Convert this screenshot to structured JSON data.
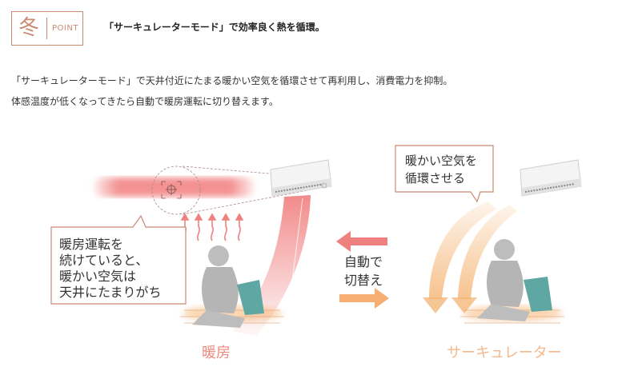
{
  "badge": {
    "kanji": "冬",
    "word": "POINT"
  },
  "headline": "「サーキュレーターモード」で効率良く熱を循環。",
  "description": [
    "「サーキュレーターモード」で天井付近にたまる暖かい空気を循環させて再利用し、消費電力を抑制。",
    "体感温度が低くなってきたら自動で暖房運転に切り替えます。"
  ],
  "left_scene": {
    "callout_lines": [
      "暖房運転を",
      "続けていると、",
      "暖かい空気は",
      "天井にたまりがち"
    ],
    "caption": "暖房"
  },
  "middle": {
    "switch_lines": [
      "自動で",
      "切替え"
    ]
  },
  "right_scene": {
    "callout_lines": [
      "暖かい空気を",
      "循環させる"
    ],
    "caption": "サーキュレーター"
  },
  "colors": {
    "accent": "#c98a74",
    "heating_red": "#ef6d6d",
    "circulator_orange": "#f5b87a",
    "caption_red": "#ee8a80",
    "caption_orange": "#f4b88d"
  }
}
